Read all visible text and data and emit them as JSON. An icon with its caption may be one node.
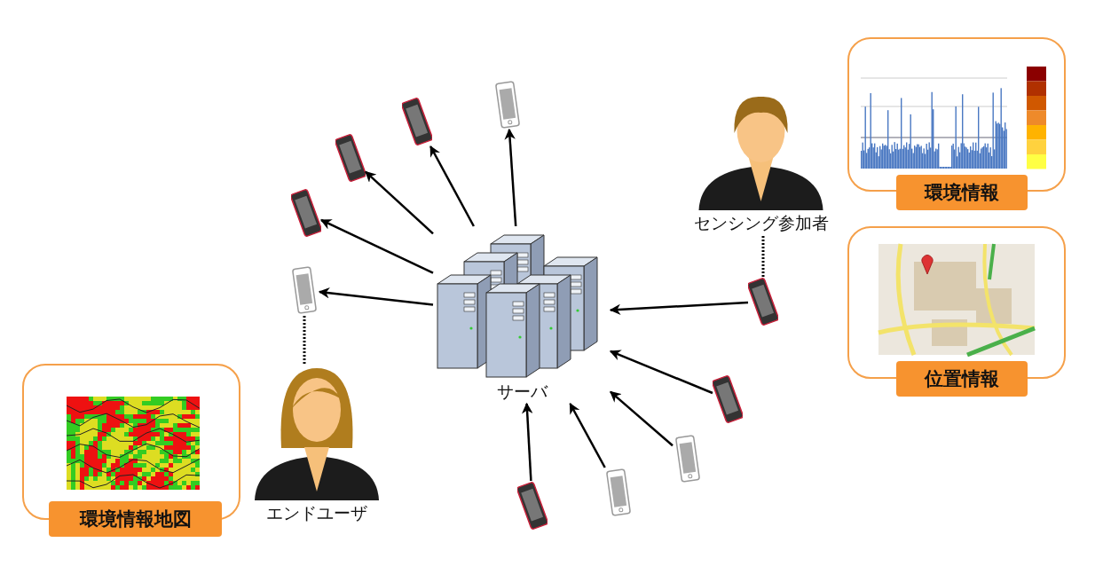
{
  "diagram": {
    "nodes": [
      {
        "text": [
          "サーバ"
        ]
      },
      {
        "text": [
          "エンドユーザ"
        ]
      },
      {
        "text": [
          "センシング参加者"
        ]
      },
      {
        "text": [],
        "shape": "phone"
      },
      {
        "text": [],
        "shape": "phone"
      },
      {
        "text": [],
        "shape": "phone"
      },
      {
        "text": [],
        "shape": "phone"
      },
      {
        "text": [],
        "shape": "phone"
      },
      {
        "text": [],
        "shape": "phone"
      },
      {
        "text": [],
        "shape": "phone"
      },
      {
        "text": [],
        "shape": "phone"
      },
      {
        "text": [],
        "shape": "phone"
      },
      {
        "text": [],
        "shape": "phone"
      },
      {
        "text": [
          "環境情報地図"
        ]
      },
      {
        "text": [
          "環境情報"
        ]
      },
      {
        "text": [
          "位置情報"
        ]
      }
    ],
    "edges": [
      {
        "from": 0,
        "to": 3,
        "arrow": "to"
      },
      {
        "from": 0,
        "to": 4,
        "arrow": "to"
      },
      {
        "from": 0,
        "to": 5,
        "arrow": "to"
      },
      {
        "from": 0,
        "to": 6,
        "arrow": "to"
      },
      {
        "from": 0,
        "to": 7,
        "arrow": "to"
      },
      {
        "from": 8,
        "to": 0,
        "arrow": "to"
      },
      {
        "from": 9,
        "to": 0,
        "arrow": "to"
      },
      {
        "from": 10,
        "to": 0,
        "arrow": "to"
      },
      {
        "from": 11,
        "to": 0,
        "arrow": "to"
      },
      {
        "from": 12,
        "to": 0,
        "arrow": "to"
      },
      {
        "from": 1,
        "to": 3,
        "arrow": "none",
        "style": "dashed"
      },
      {
        "from": 2,
        "to": 8,
        "arrow": "none",
        "style": "dashed"
      }
    ]
  }
}
